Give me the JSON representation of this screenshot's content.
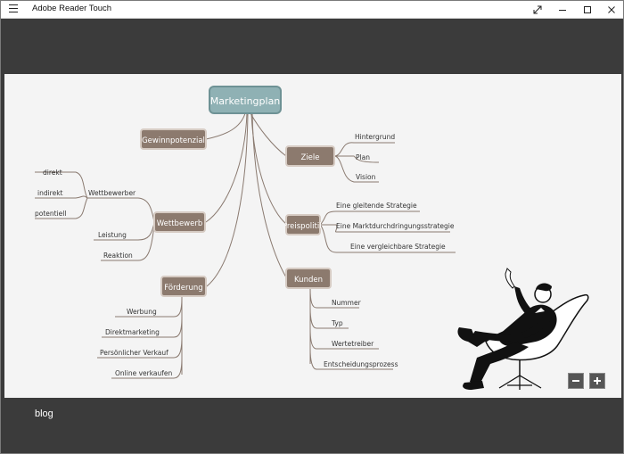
{
  "window": {
    "title": "Adobe Reader Touch"
  },
  "mindmap": {
    "central": "Marketingplan",
    "branches": {
      "gewinn": "Gewinnpotenzial",
      "wettbewerb": "Wettbewerb",
      "foerderung": "Förderung",
      "ziele": "Ziele",
      "preis": "Preispolitik",
      "kunden": "Kunden"
    },
    "wettbewerb_items": {
      "wettbewerber": "Wettbewerber",
      "direkt": "direkt",
      "indirekt": "indirekt",
      "potentiell": "potentiell",
      "leistung": "Leistung",
      "reaktion": "Reaktion"
    },
    "foerderung_items": [
      "Werbung",
      "Direktmarketing",
      "Persönlicher Verkauf",
      "Online verkaufen"
    ],
    "ziele_items": [
      "Hintergrund",
      "Plan",
      "Vision"
    ],
    "preis_items": [
      "Eine gleitende Strategie",
      "Eine Marktdurchdringungsstrategie",
      "Eine vergleichbare Strategie"
    ],
    "kunden_items": [
      "Nummer",
      "Typ",
      "Wertetreiber",
      "Entscheidungsprozess"
    ]
  },
  "bottom": {
    "link": "blog"
  },
  "colors": {
    "central_fill": "#8fb1b4",
    "branch_fill": "#8c7a6e",
    "line": "#8a7a70"
  }
}
